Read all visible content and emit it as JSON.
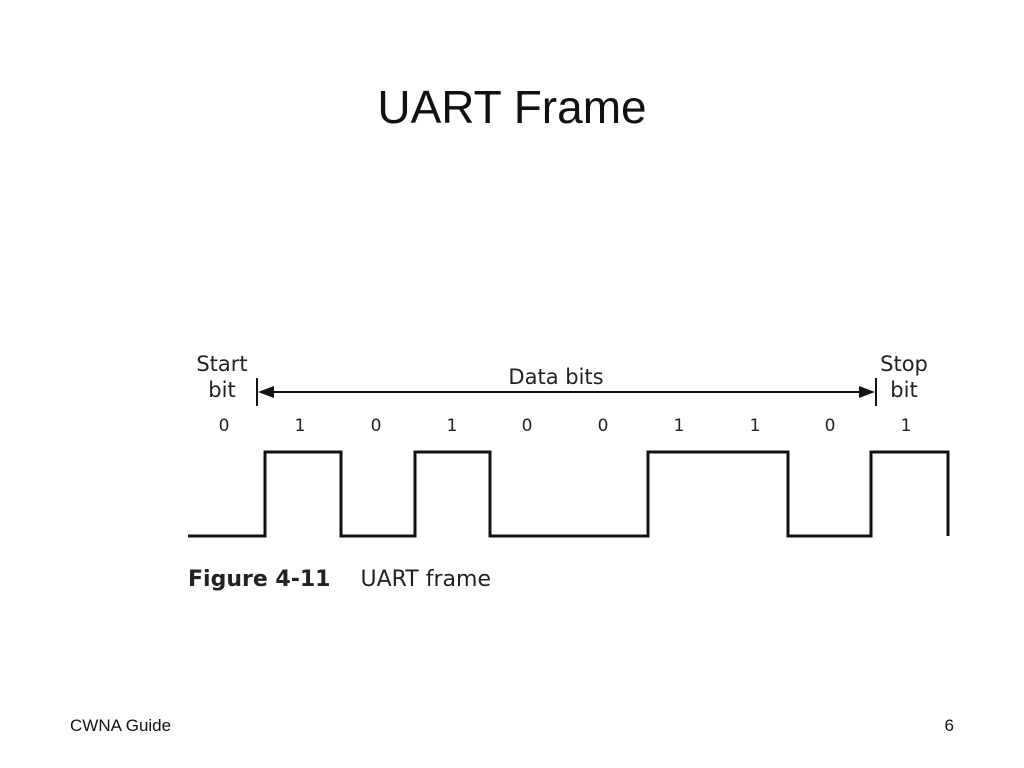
{
  "slide": {
    "title": "UART Frame",
    "footer_left": "CWNA Guide",
    "page_number": "6"
  },
  "figure": {
    "start_label": [
      "Start",
      "bit"
    ],
    "data_label": "Data bits",
    "stop_label": [
      "Stop",
      "bit"
    ],
    "bits": [
      "0",
      "1",
      "0",
      "1",
      "0",
      "0",
      "1",
      "1",
      "0",
      "1"
    ],
    "caption_number": "Figure 4-11",
    "caption_text": "UART frame",
    "line_color": "#111111"
  }
}
